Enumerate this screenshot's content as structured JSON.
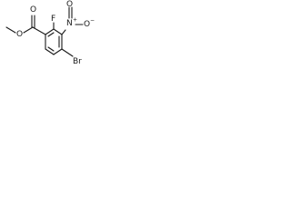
{
  "molecule": {
    "atoms": {
      "ester_carbonyl_o": "O",
      "ester_ether_o": "O",
      "fluorine": "F",
      "nitro_n": "N",
      "nitro_o_top": "O",
      "nitro_o_right": "O",
      "nitro_n_charge": "+",
      "nitro_o_charge": "−",
      "bromine": "Br"
    }
  }
}
